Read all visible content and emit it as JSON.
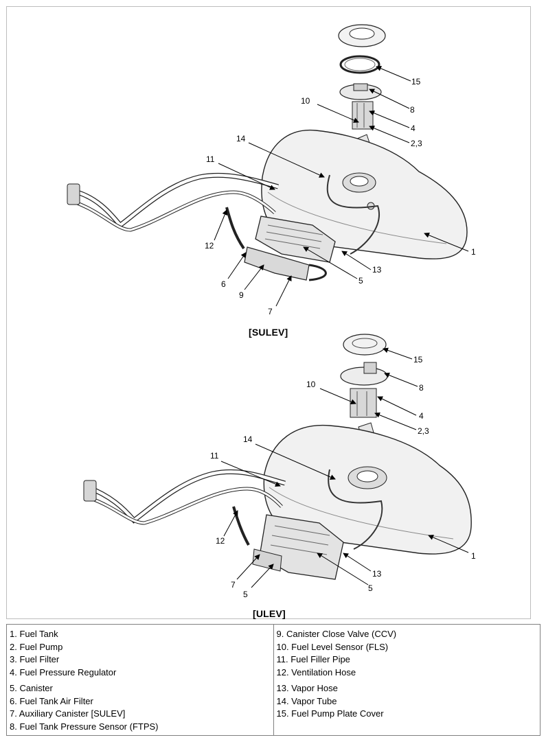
{
  "diagram": {
    "captions": {
      "sulev": "[SULEV]",
      "ulev": "[ULEV]"
    },
    "sulev_callouts": [
      "15",
      "8",
      "10",
      "4",
      "2,3",
      "14",
      "11",
      "1",
      "12",
      "13",
      "6",
      "9",
      "5",
      "7"
    ],
    "ulev_callouts": [
      "15",
      "8",
      "10",
      "4",
      "2,3",
      "14",
      "11",
      "1",
      "12",
      "13",
      "5",
      "7",
      "5"
    ]
  },
  "legend": {
    "left_groups": [
      [
        "1. Fuel Tank",
        "2. Fuel Pump",
        "3. Fuel Filter",
        "4. Fuel Pressure Regulator"
      ],
      [
        "5. Canister",
        "6. Fuel Tank Air Filter",
        "7. Auxiliary Canister [SULEV]",
        "8. Fuel Tank Pressure Sensor (FTPS)"
      ]
    ],
    "right_groups": [
      [
        "9. Canister Close Valve (CCV)",
        "10. Fuel Level Sensor (FLS)",
        "11. Fuel Filler Pipe",
        "12. Ventilation Hose"
      ],
      [
        "13. Vapor Hose",
        "14. Vapor Tube",
        "15. Fuel Pump Plate Cover"
      ]
    ]
  }
}
